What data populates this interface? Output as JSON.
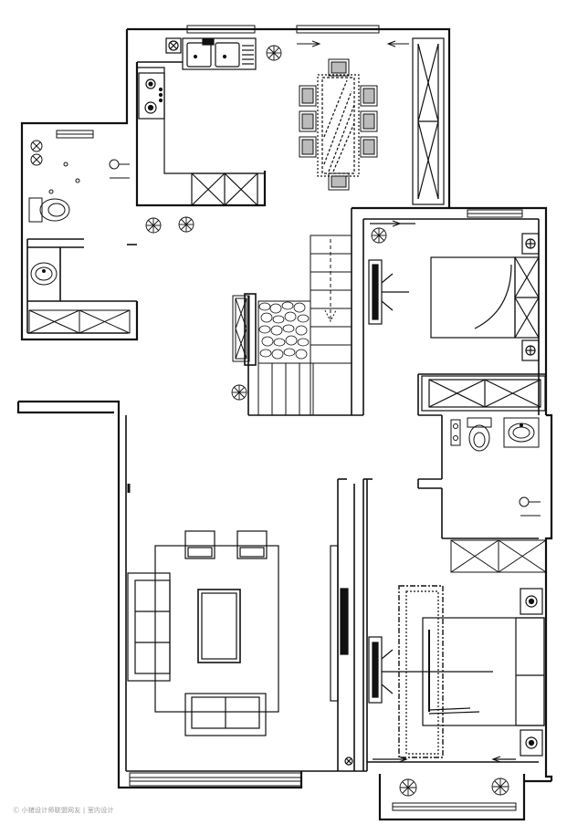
{
  "watermark": "Ⓒ 小猪设计师联盟网友 | 室内设计",
  "colors": {
    "line": "#111111",
    "wall": "#111111",
    "paper": "#ffffff"
  },
  "rooms": [
    {
      "name": "kitchen"
    },
    {
      "name": "dining"
    },
    {
      "name": "bathroom-upper"
    },
    {
      "name": "stairs"
    },
    {
      "name": "bedroom-upper"
    },
    {
      "name": "bathroom-right"
    },
    {
      "name": "living-room"
    },
    {
      "name": "master-bedroom"
    },
    {
      "name": "balcony"
    }
  ]
}
